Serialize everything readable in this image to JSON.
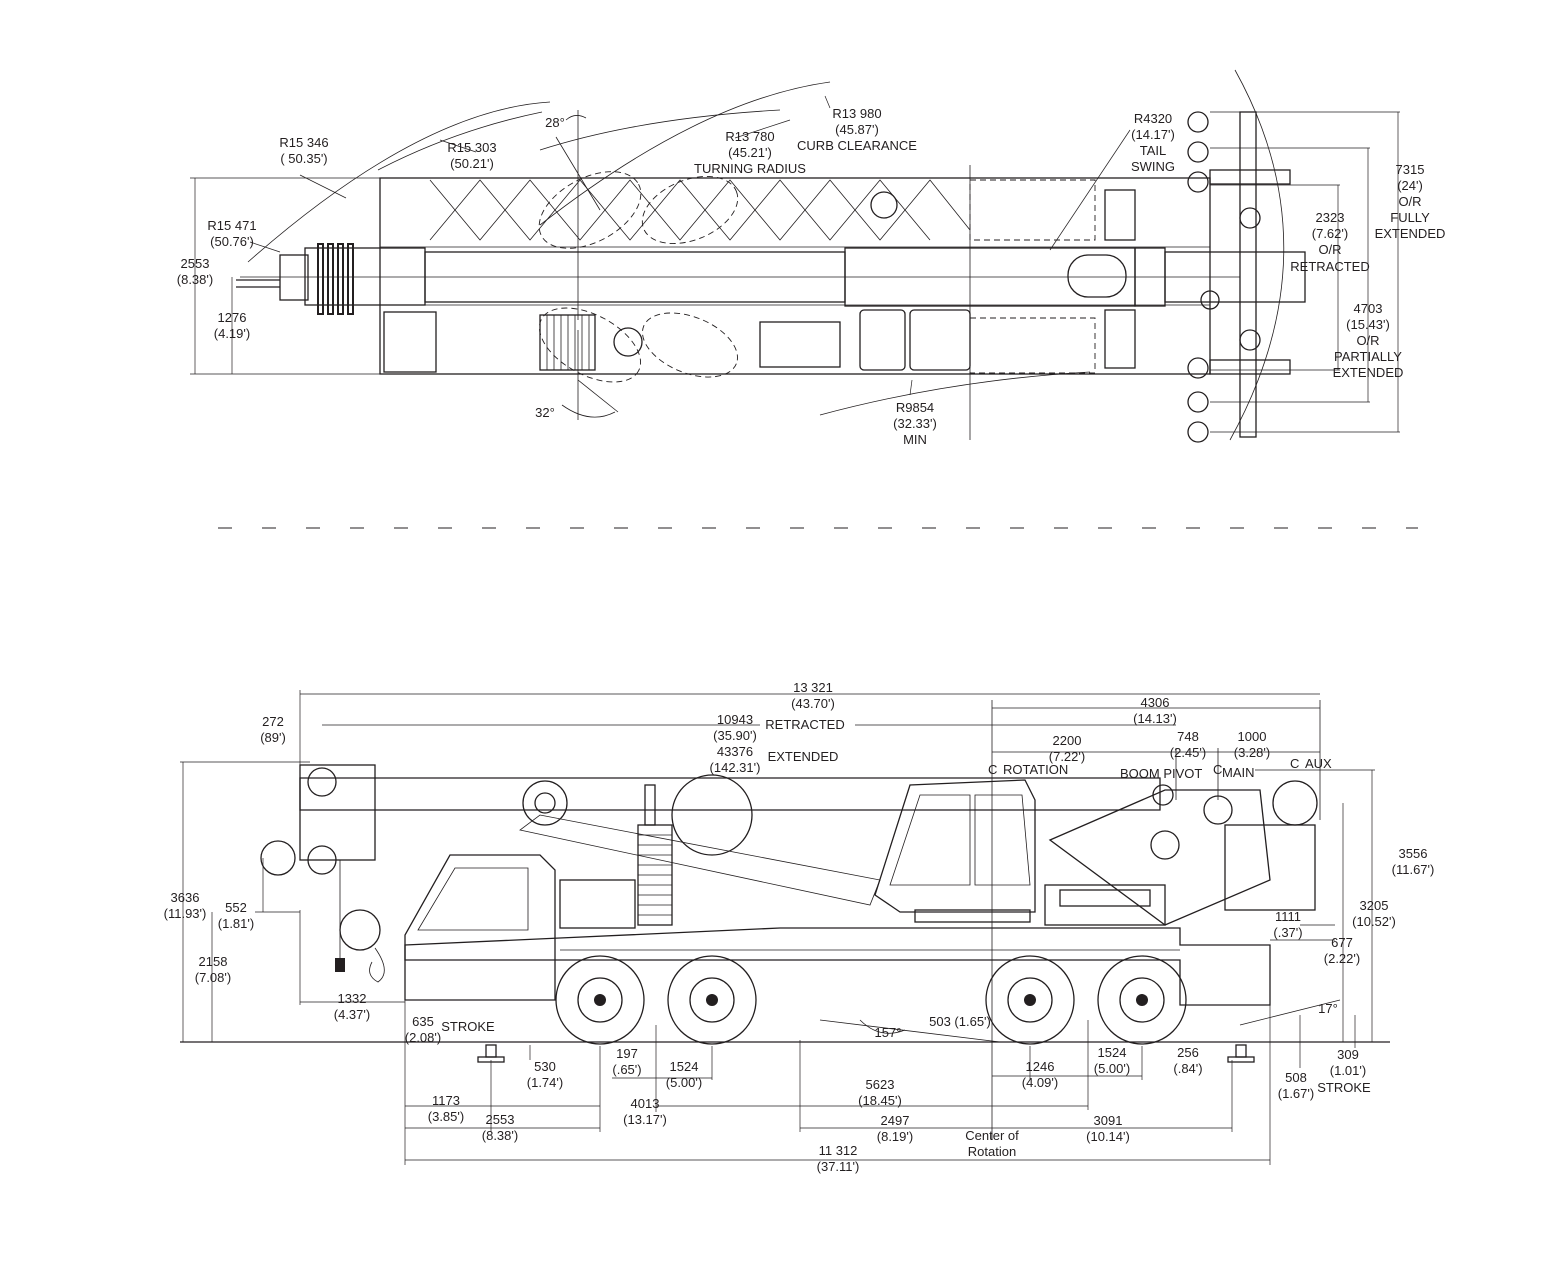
{
  "top_view": {
    "labels": {
      "r15346": {
        "l1": "R15 346",
        "l2": "( 50.35')"
      },
      "r15303": {
        "l1": "R15 303",
        "l2": "(50.21')"
      },
      "r15471": {
        "l1": "R15 471",
        "l2": "(50.76')"
      },
      "r13780": {
        "l1": "R13 780",
        "l2": "(45.21')",
        "l3": "TURNING RADIUS"
      },
      "r13980": {
        "l1": "R13 980",
        "l2": "(45.87')",
        "l3": "CURB CLEARANCE"
      },
      "angle_28": "28°",
      "angle_32": "32°",
      "r4320": {
        "l1": "R4320",
        "l2": "(14.17')",
        "l3": "TAIL",
        "l4": "SWING"
      },
      "w2553": {
        "l1": "2553",
        "l2": "(8.38')"
      },
      "w1276": {
        "l1": "1276",
        "l2": "(4.19')"
      },
      "r9854": {
        "l1": "R9854",
        "l2": "(32.33')",
        "l3": "MIN"
      },
      "d2323": {
        "l1": "2323",
        "l2": "(7.62')",
        "l3": "O/R",
        "l4": "RETRACTED"
      },
      "d7315": {
        "l1": "7315",
        "l2": "(24')",
        "l3": "O/R",
        "l4": "FULLY",
        "l5": "EXTENDED"
      },
      "d4703": {
        "l1": "4703",
        "l2": "(15.43')",
        "l3": "O/R",
        "l4": "PARTIALLY",
        "l5": "EXTENDED"
      }
    }
  },
  "side_view": {
    "labels": {
      "d13321": {
        "l1": "13 321",
        "l2": "(43.70')"
      },
      "d4306": {
        "l1": "4306",
        "l2": "(14.13')"
      },
      "d272": {
        "l1": "272",
        "l2": "(89')"
      },
      "d10943": {
        "l1": "10943",
        "l2": "(35.90')",
        "l3": "RETRACTED"
      },
      "d43376": {
        "l1": "43376",
        "l2": "(142.31')",
        "l3": "EXTENDED"
      },
      "d2200": {
        "l1": "2200",
        "l2": "(7.22')"
      },
      "d748": {
        "l1": "748",
        "l2": "(2.45')"
      },
      "d1000": {
        "l1": "1000",
        "l2": "(3.28')"
      },
      "cl_rotation": "ROTATION",
      "cl_aux": "AUX",
      "boom_pivot": "BOOM PIVOT",
      "cl_main": "MAIN",
      "centerline_symbol": "C",
      "d3636": {
        "l1": "3636",
        "l2": "(11.93')"
      },
      "d552": {
        "l1": "552",
        "l2": "(1.81')"
      },
      "d2158": {
        "l1": "2158",
        "l2": "(7.08')"
      },
      "d1332": {
        "l1": "1332",
        "l2": "(4.37')"
      },
      "d635": {
        "l1": "635",
        "l2": "(2.08')",
        "l3": "STROKE"
      },
      "angle_157": "157°",
      "d503": "503 (1.65')",
      "d3556": {
        "l1": "3556",
        "l2": "(11.67')"
      },
      "d3205": {
        "l1": "3205",
        "l2": "(10.52')"
      },
      "d1111": {
        "l1": "1111",
        "l2": "(.37')"
      },
      "d677": {
        "l1": "677",
        "l2": "(2.22')"
      },
      "angle_17": "17°",
      "d530": {
        "l1": "530",
        "l2": "(1.74')"
      },
      "d197": {
        "l1": "197",
        "l2": "(.65')"
      },
      "d1524a": {
        "l1": "1524",
        "l2": "(5.00')"
      },
      "d1246": {
        "l1": "1246",
        "l2": "(4.09')"
      },
      "d1524b": {
        "l1": "1524",
        "l2": "(5.00')"
      },
      "d256": {
        "l1": "256",
        "l2": "(.84')"
      },
      "d309": {
        "l1": "309",
        "l2": "(1.01')",
        "l3": "STROKE"
      },
      "d508": {
        "l1": "508",
        "l2": "(1.67')"
      },
      "d5623": {
        "l1": "5623",
        "l2": "(18.45')"
      },
      "d1173": {
        "l1": "1173",
        "l2": "(3.85')"
      },
      "d4013": {
        "l1": "4013",
        "l2": "(13.17')"
      },
      "d2553": {
        "l1": "2553",
        "l2": "(8.38')"
      },
      "d2497": {
        "l1": "2497",
        "l2": "(8.19')"
      },
      "center_of_rotation": {
        "l1": "Center of",
        "l2": "Rotation"
      },
      "d3091": {
        "l1": "3091",
        "l2": "(10.14')"
      },
      "d11312": {
        "l1": "11 312",
        "l2": "(37.11')"
      }
    }
  }
}
